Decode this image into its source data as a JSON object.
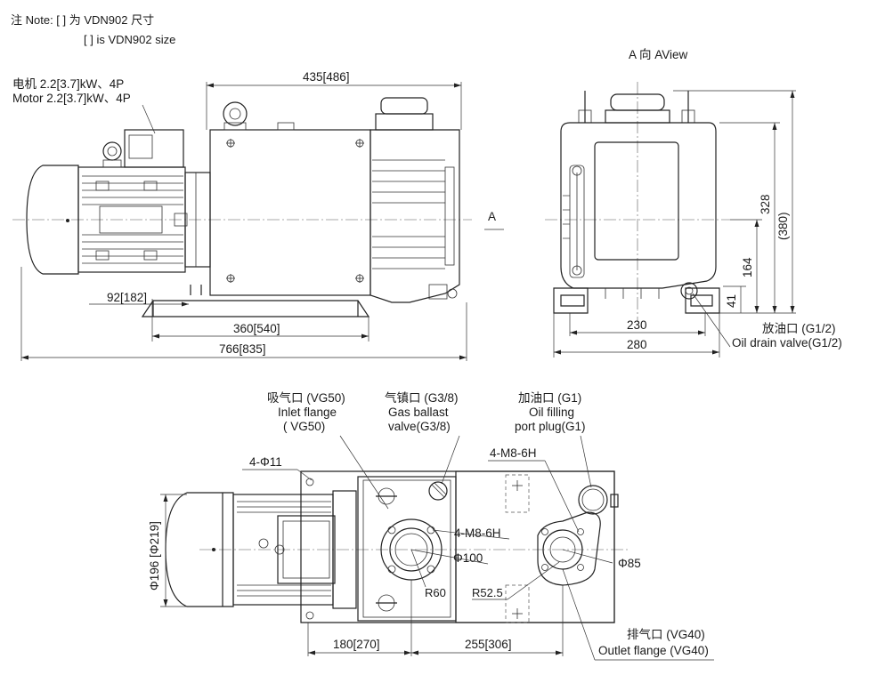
{
  "notes": {
    "note_cn": "注 Note: [ ] 为 VDN902 尺寸",
    "note_en": "[ ] is VDN902 size"
  },
  "view_label": "A 向 AView",
  "arrow_label": "A",
  "motor": {
    "label_cn": "电机 2.2[3.7]kW、4P",
    "label_en": "Motor 2.2[3.7]kW、4P"
  },
  "front_dims": {
    "top_width": "435[486]",
    "motor_offset": "92[182]",
    "base_width": "360[540]",
    "total_length": "766[835]"
  },
  "side_dims": {
    "height": "328",
    "height_alt": "(380)",
    "center_height": "164",
    "base_height": "41",
    "inner_width": "230",
    "outer_width": "280"
  },
  "drain": {
    "label_cn": "放油口 (G1/2)",
    "label_en": "Oil drain valve(G1/2)"
  },
  "top_callouts": {
    "inlet": {
      "cn": "吸气口 (VG50)",
      "en1": "Inlet flange",
      "en2": "( VG50)"
    },
    "ballast": {
      "cn": "气镇口 (G3/8)",
      "en1": "Gas ballast",
      "en2": "valve(G3/8)"
    },
    "filling": {
      "cn": "加油口 (G1)",
      "en1": "Oil filling",
      "en2": "port plug(G1)"
    },
    "outlet": {
      "cn": "排气口 (VG40)",
      "en1": "Outlet flange (VG40)"
    }
  },
  "plan_dims": {
    "mount_holes": "4-Φ11",
    "thread_top": "4-M8-6H",
    "thread_inlet": "4-M8-6H",
    "inlet_dia": "Φ100",
    "outlet_dia": "Φ85",
    "r_inlet": "R60",
    "r_outlet": "R52.5",
    "motor_dia": "Φ196 [Φ219]",
    "dim_left": "180[270]",
    "dim_right": "255[306]"
  }
}
